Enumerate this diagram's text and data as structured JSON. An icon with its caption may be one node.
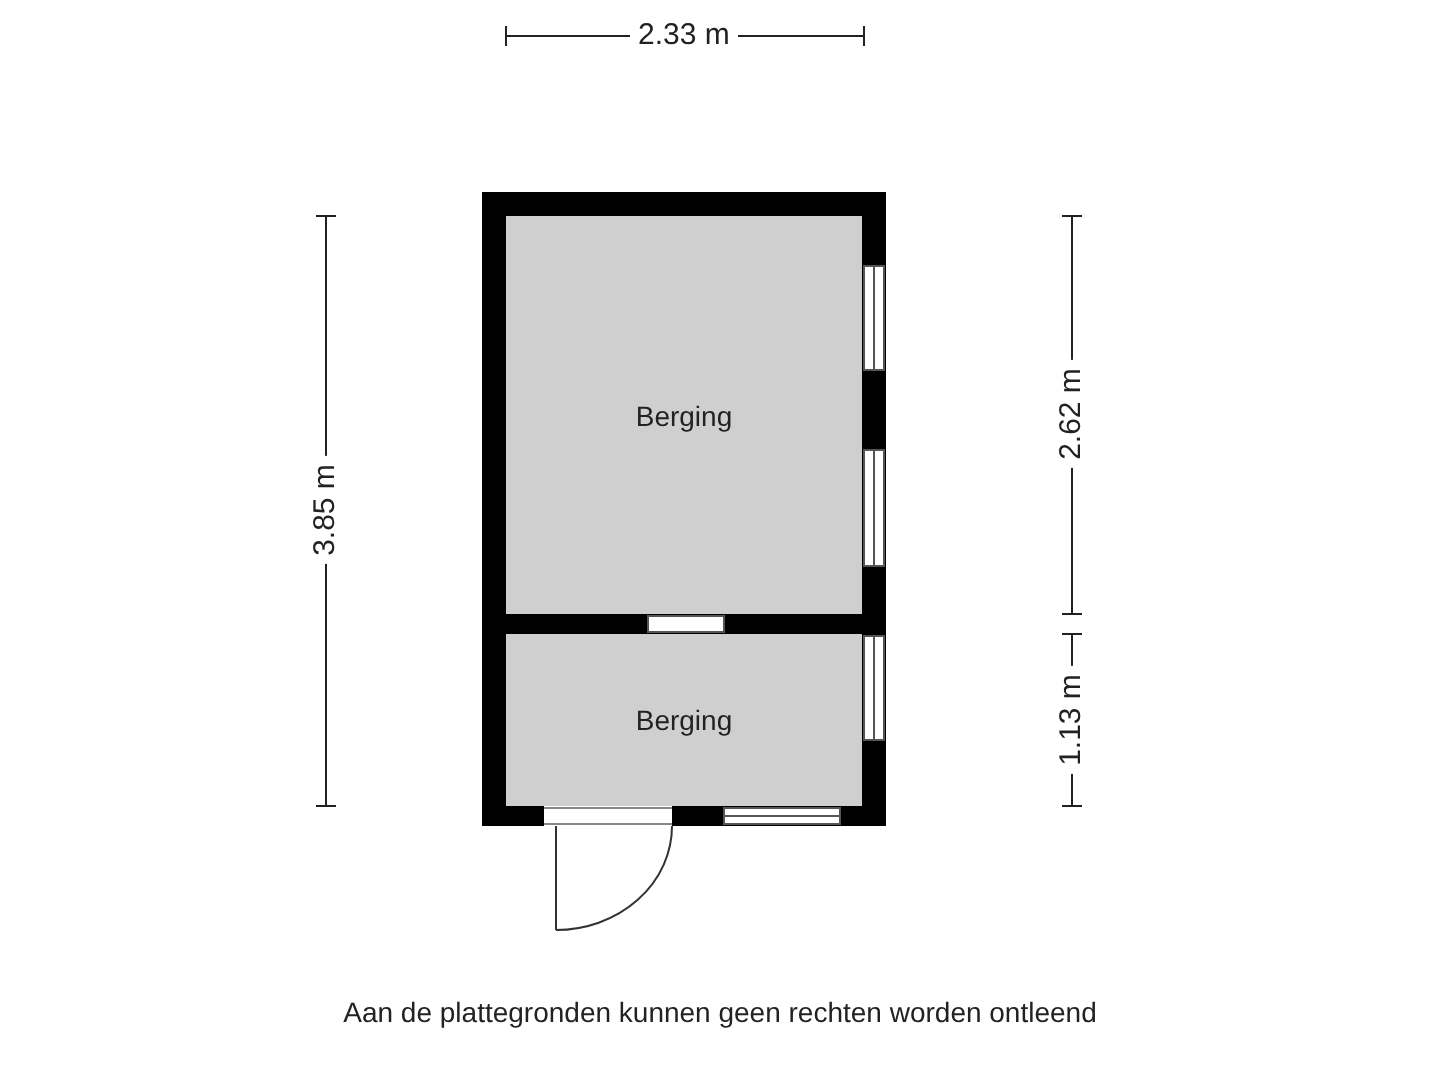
{
  "diagram": {
    "caption": "Aan de plattegronden kunnen geen rechten worden ontleend",
    "nodes": [
      {
        "text": [
          "Berging"
        ]
      },
      {
        "text": [
          "Berging"
        ]
      }
    ],
    "labels": [
      "2.33 m",
      "3.85 m",
      "2.62 m",
      "1.13 m"
    ]
  }
}
